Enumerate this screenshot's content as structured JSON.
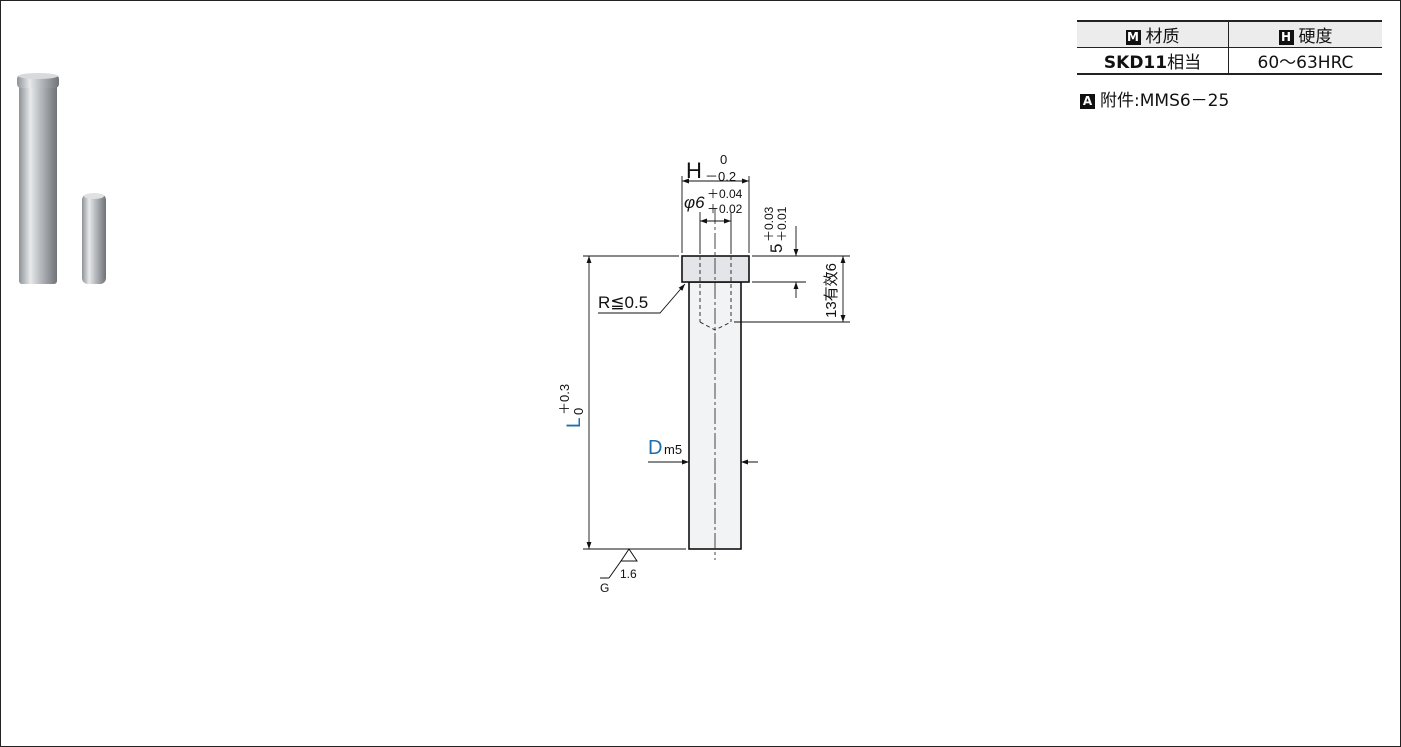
{
  "colors": {
    "line": "#111111",
    "accent": "#1f6fad",
    "part_fill": "#f2f3f5",
    "head_fill": "#e3e5e9"
  },
  "spec_table": {
    "material": {
      "badge": "M",
      "header": "材质",
      "value_bold": "SKD11",
      "value_rest": "相当"
    },
    "hardness": {
      "badge": "H",
      "header": "硬度",
      "value": "60～63HRC"
    }
  },
  "accessory": {
    "badge": "A",
    "label": "附件",
    "sep": ":",
    "value": "MMS6－25"
  },
  "photos": [
    {
      "name": "pin-photo-large"
    },
    {
      "name": "pin-photo-small"
    }
  ],
  "dimensions": {
    "head_height": {
      "symbol": "H",
      "upper": "0",
      "lower": "－0.2"
    },
    "bore": {
      "symbol": "φ6",
      "upper": "＋0.04",
      "lower": "＋0.02"
    },
    "counterbore_depth": {
      "value": "5",
      "upper": "＋0.03",
      "lower": "＋0.01"
    },
    "thread_depth": "13有效6",
    "fillet": "R≦0.5",
    "length": {
      "symbol": "L",
      "upper": "＋0.3",
      "lower": "0"
    },
    "diameter": {
      "symbol": "D",
      "tolerance": "m5"
    },
    "roughness": {
      "value": "1.6",
      "process": "G"
    }
  }
}
